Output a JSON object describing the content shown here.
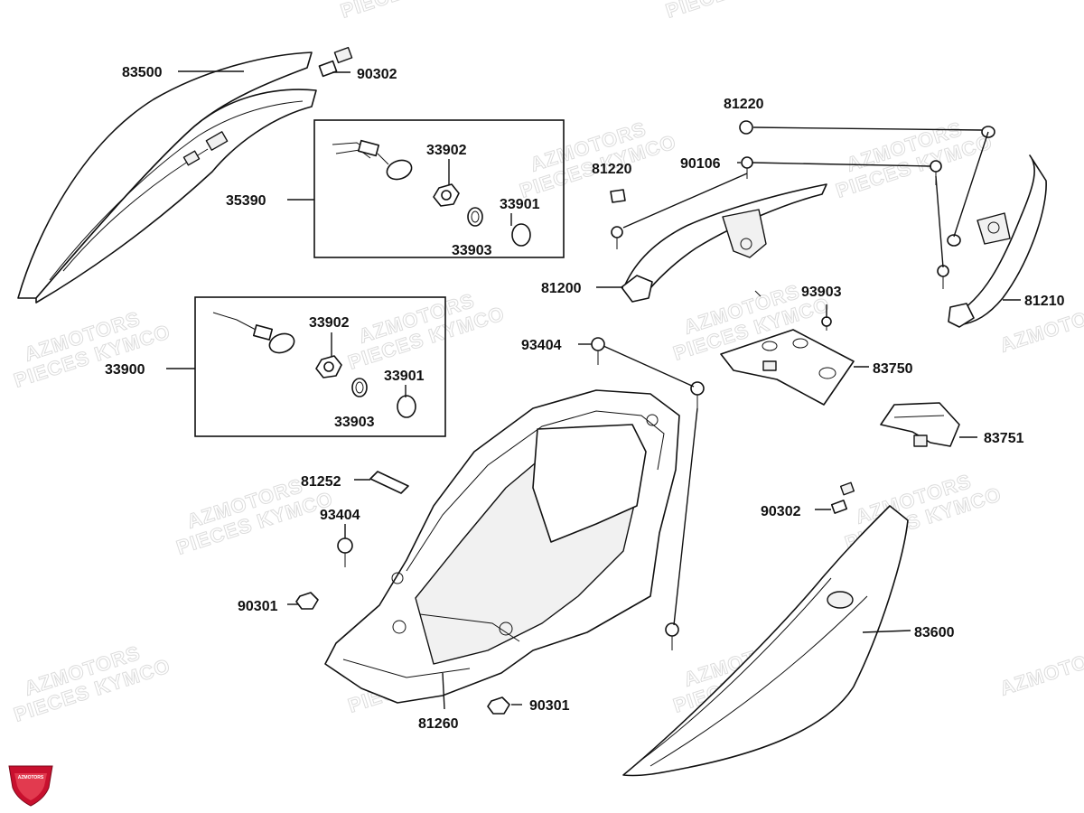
{
  "watermark": {
    "line1": "AZMOTORS",
    "line2": "PIECES KYMCO"
  },
  "logo": {
    "text": "AZMOTORS",
    "color": "#c8102e"
  },
  "labels": [
    {
      "id": "83500",
      "text": "83500"
    },
    {
      "id": "90302-top",
      "text": "90302"
    },
    {
      "id": "33902-a",
      "text": "33902"
    },
    {
      "id": "35390",
      "text": "35390"
    },
    {
      "id": "33901-a",
      "text": "33901"
    },
    {
      "id": "33903-a",
      "text": "33903"
    },
    {
      "id": "33902-b",
      "text": "33902"
    },
    {
      "id": "33900",
      "text": "33900"
    },
    {
      "id": "33901-b",
      "text": "33901"
    },
    {
      "id": "33903-b",
      "text": "33903"
    },
    {
      "id": "81220-top",
      "text": "81220"
    },
    {
      "id": "81220-left",
      "text": "81220"
    },
    {
      "id": "90106",
      "text": "90106"
    },
    {
      "id": "81200",
      "text": "81200"
    },
    {
      "id": "81210",
      "text": "81210"
    },
    {
      "id": "93903",
      "text": "93903"
    },
    {
      "id": "93404-top",
      "text": "93404"
    },
    {
      "id": "83750",
      "text": "83750"
    },
    {
      "id": "83751",
      "text": "83751"
    },
    {
      "id": "81252",
      "text": "81252"
    },
    {
      "id": "93404-left",
      "text": "93404"
    },
    {
      "id": "90302-right",
      "text": "90302"
    },
    {
      "id": "90301-left",
      "text": "90301"
    },
    {
      "id": "83600",
      "text": "83600"
    },
    {
      "id": "81260",
      "text": "81260"
    },
    {
      "id": "90301-bottom",
      "text": "90301"
    }
  ]
}
